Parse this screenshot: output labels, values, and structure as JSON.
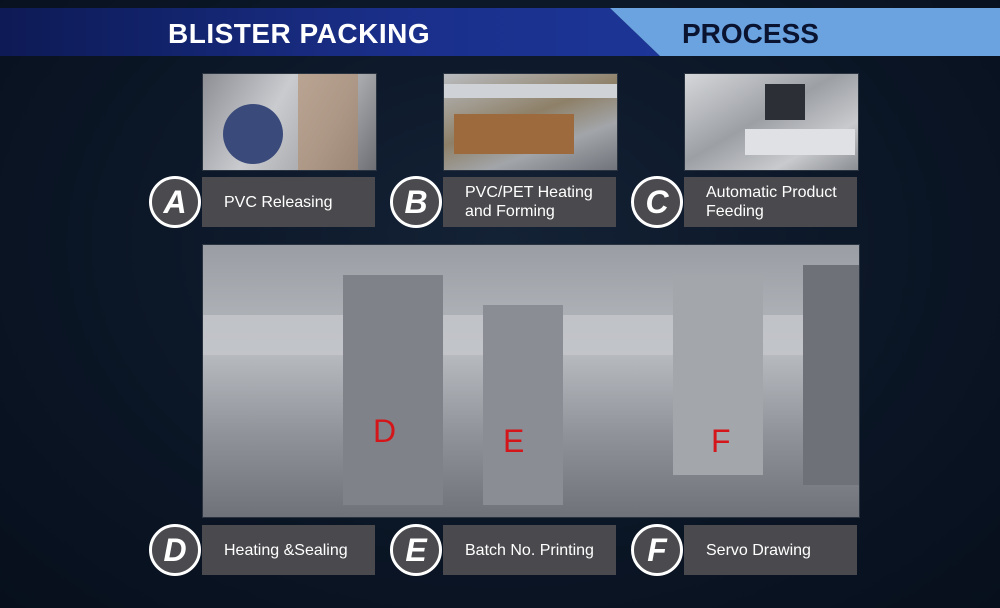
{
  "header": {
    "left_title": "BLISTER PACKING",
    "right_title": "PROCESS"
  },
  "steps": [
    {
      "letter": "A",
      "label": "PVC Releasing"
    },
    {
      "letter": "B",
      "label": "PVC/PET Heating and Forming"
    },
    {
      "letter": "C",
      "label": "Automatic Product Feeding"
    },
    {
      "letter": "D",
      "label": "Heating &Sealing"
    },
    {
      "letter": "E",
      "label": "Batch No. Printing"
    },
    {
      "letter": "F",
      "label": "Servo Drawing"
    }
  ],
  "photo_labels": [
    "D",
    "E",
    "F"
  ],
  "colors": {
    "header_dark": "#1a2f8a",
    "header_light": "#6aa3e0",
    "caption_bg": "#4a4a4e",
    "label_red": "#d4161a"
  }
}
